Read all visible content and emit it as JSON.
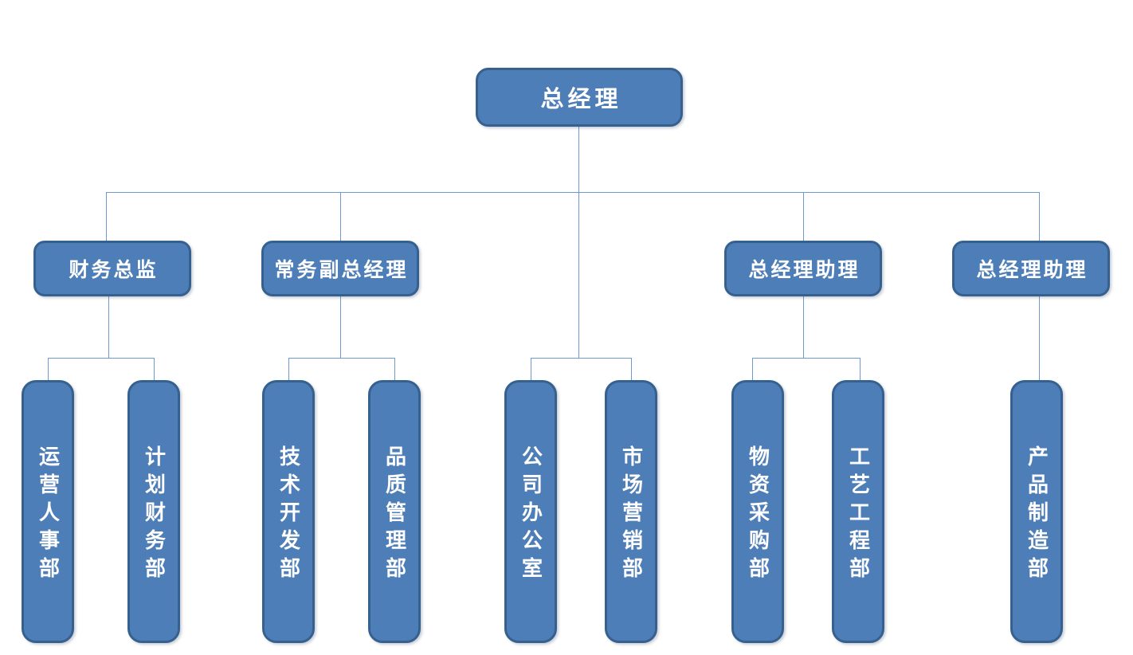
{
  "org_chart": {
    "root": {
      "label": "总经理"
    },
    "managers": [
      {
        "label": "财务总监"
      },
      {
        "label": "常务副总经理"
      },
      {
        "label": "总经理助理"
      },
      {
        "label": "总经理助理"
      }
    ],
    "departments": [
      {
        "label": "运营人事部",
        "parent": "财务总监"
      },
      {
        "label": "计划财务部",
        "parent": "财务总监"
      },
      {
        "label": "技术开发部",
        "parent": "常务副总经理"
      },
      {
        "label": "品质管理部",
        "parent": "常务副总经理"
      },
      {
        "label": "公司办公室",
        "parent": "总经理"
      },
      {
        "label": "市场营销部",
        "parent": "总经理"
      },
      {
        "label": "物资采购部",
        "parent": "总经理助理"
      },
      {
        "label": "工艺工程部",
        "parent": "总经理助理"
      },
      {
        "label": "产品制造部",
        "parent": "总经理助理"
      }
    ],
    "colors": {
      "node_fill": "#4D7EB8",
      "node_border": "#36618F",
      "connector": "#6F9AD0",
      "text": "#FFFFFF",
      "background": "#FFFFFF"
    }
  }
}
